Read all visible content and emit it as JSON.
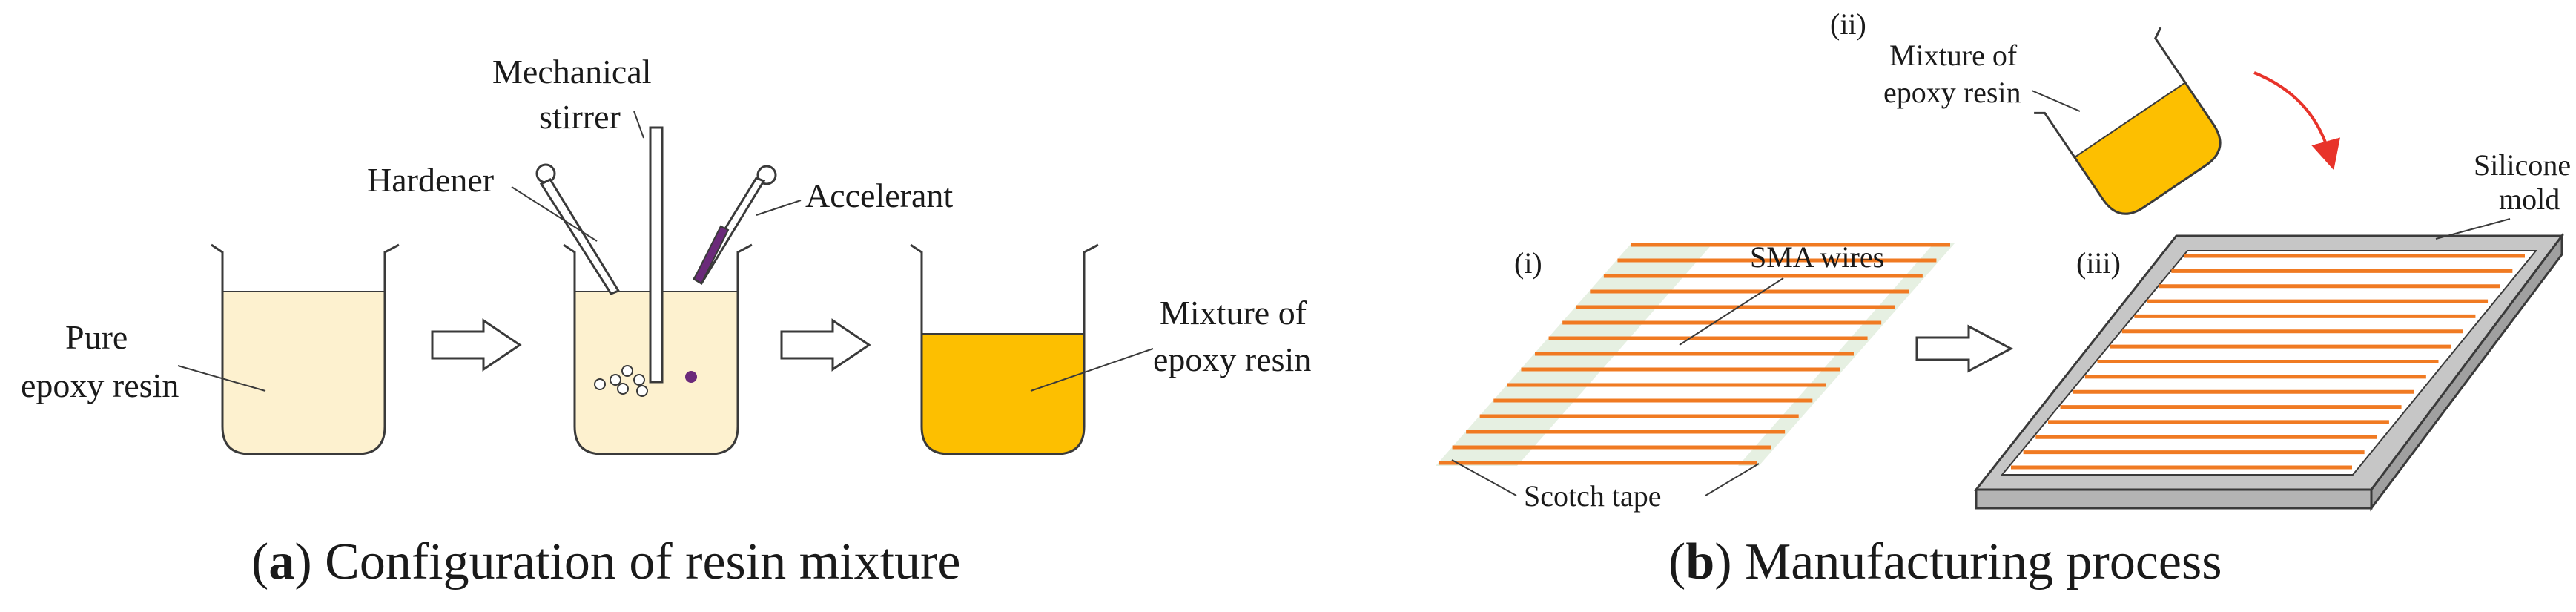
{
  "panel_a": {
    "caption_letter": "a",
    "caption_text": "Configuration of resin mixture",
    "labels": {
      "pure_line1": "Pure",
      "pure_line2": "epoxy resin",
      "hardener": "Hardener",
      "stirrer_line1": "Mechanical",
      "stirrer_line2": "stirrer",
      "accelerant": "Accelerant",
      "mixture_line1": "Mixture of",
      "mixture_line2": "epoxy resin"
    }
  },
  "panel_b": {
    "caption_letter": "b",
    "caption_text": "Manufacturing process",
    "labels": {
      "step_i": "(i)",
      "step_ii": "(ii)",
      "step_iii": "(iii)",
      "sma_wires": "SMA wires",
      "scotch_tape": "Scotch tape",
      "mixture_line1": "Mixture of",
      "mixture_line2": "epoxy resin",
      "mold_line1": "Silicone",
      "mold_line2": "mold"
    }
  },
  "colors": {
    "pure_resin": "#fdf1cf",
    "mixed_resin": "#fdbf00",
    "wire": "#f07a22",
    "tape": "#e6f0e2",
    "accelerant": "#6b2a7a",
    "pour_arrow": "#e8332a",
    "mold_gray": "#c6c6c6",
    "outline": "#3a3a3a"
  }
}
